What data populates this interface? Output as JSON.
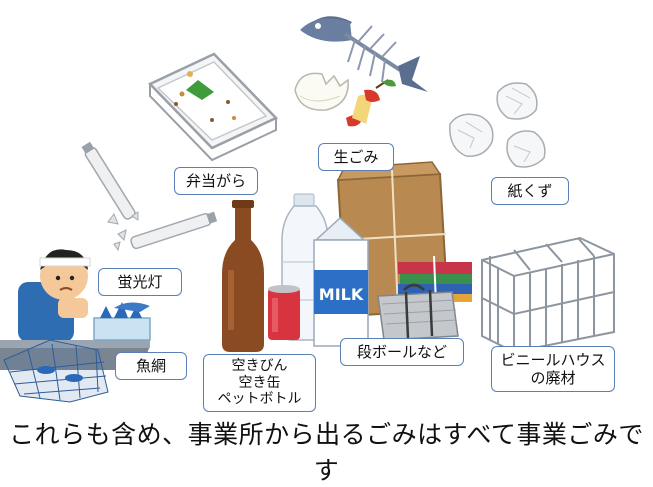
{
  "labels": {
    "bento": "弁当がら",
    "namagomi": "生ごみ",
    "kamikuzu": "紙くず",
    "keikoutou": "蛍光灯",
    "gyomou": "魚網",
    "bottles_line1": "空きびん",
    "bottles_line2": "空き缶",
    "bottles_line3": "ペットボトル",
    "danboru": "段ボールなど",
    "vinyl_line1": "ビニールハウス",
    "vinyl_line2": "の廃材"
  },
  "milk_text": "MILK",
  "caption": "これらも含め、事業所から出るごみはすべて事業ごみです",
  "colors": {
    "label_border": "#5b7fb7",
    "bottle_brown": "#8a4b22",
    "can_red": "#d8343f",
    "milk_blue": "#2c6fc6",
    "cardboard": "#b88a52"
  }
}
